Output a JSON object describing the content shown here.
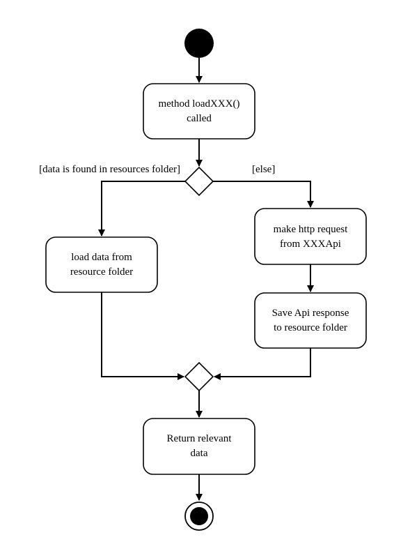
{
  "diagram": {
    "type": "uml-activity",
    "nodes": {
      "method_called": {
        "line1": "method loadXXX()",
        "line2": "called"
      },
      "load_from_resource": {
        "line1": "load data from",
        "line2": "resource folder"
      },
      "http_request": {
        "line1": "make http request",
        "line2": "from XXXApi"
      },
      "save_response": {
        "line1": "Save Api response",
        "line2": "to resource folder"
      },
      "return_data": {
        "line1": "Return relevant",
        "line2": "data"
      }
    },
    "guards": {
      "found": "[data is found in resources folder]",
      "else": "[else]"
    },
    "edges": [
      {
        "from": "start",
        "to": "method_called"
      },
      {
        "from": "method_called",
        "to": "decision"
      },
      {
        "from": "decision",
        "to": "load_from_resource",
        "guard": "found"
      },
      {
        "from": "decision",
        "to": "http_request",
        "guard": "else"
      },
      {
        "from": "http_request",
        "to": "save_response"
      },
      {
        "from": "load_from_resource",
        "to": "merge"
      },
      {
        "from": "save_response",
        "to": "merge"
      },
      {
        "from": "merge",
        "to": "return_data"
      },
      {
        "from": "return_data",
        "to": "end"
      }
    ]
  }
}
